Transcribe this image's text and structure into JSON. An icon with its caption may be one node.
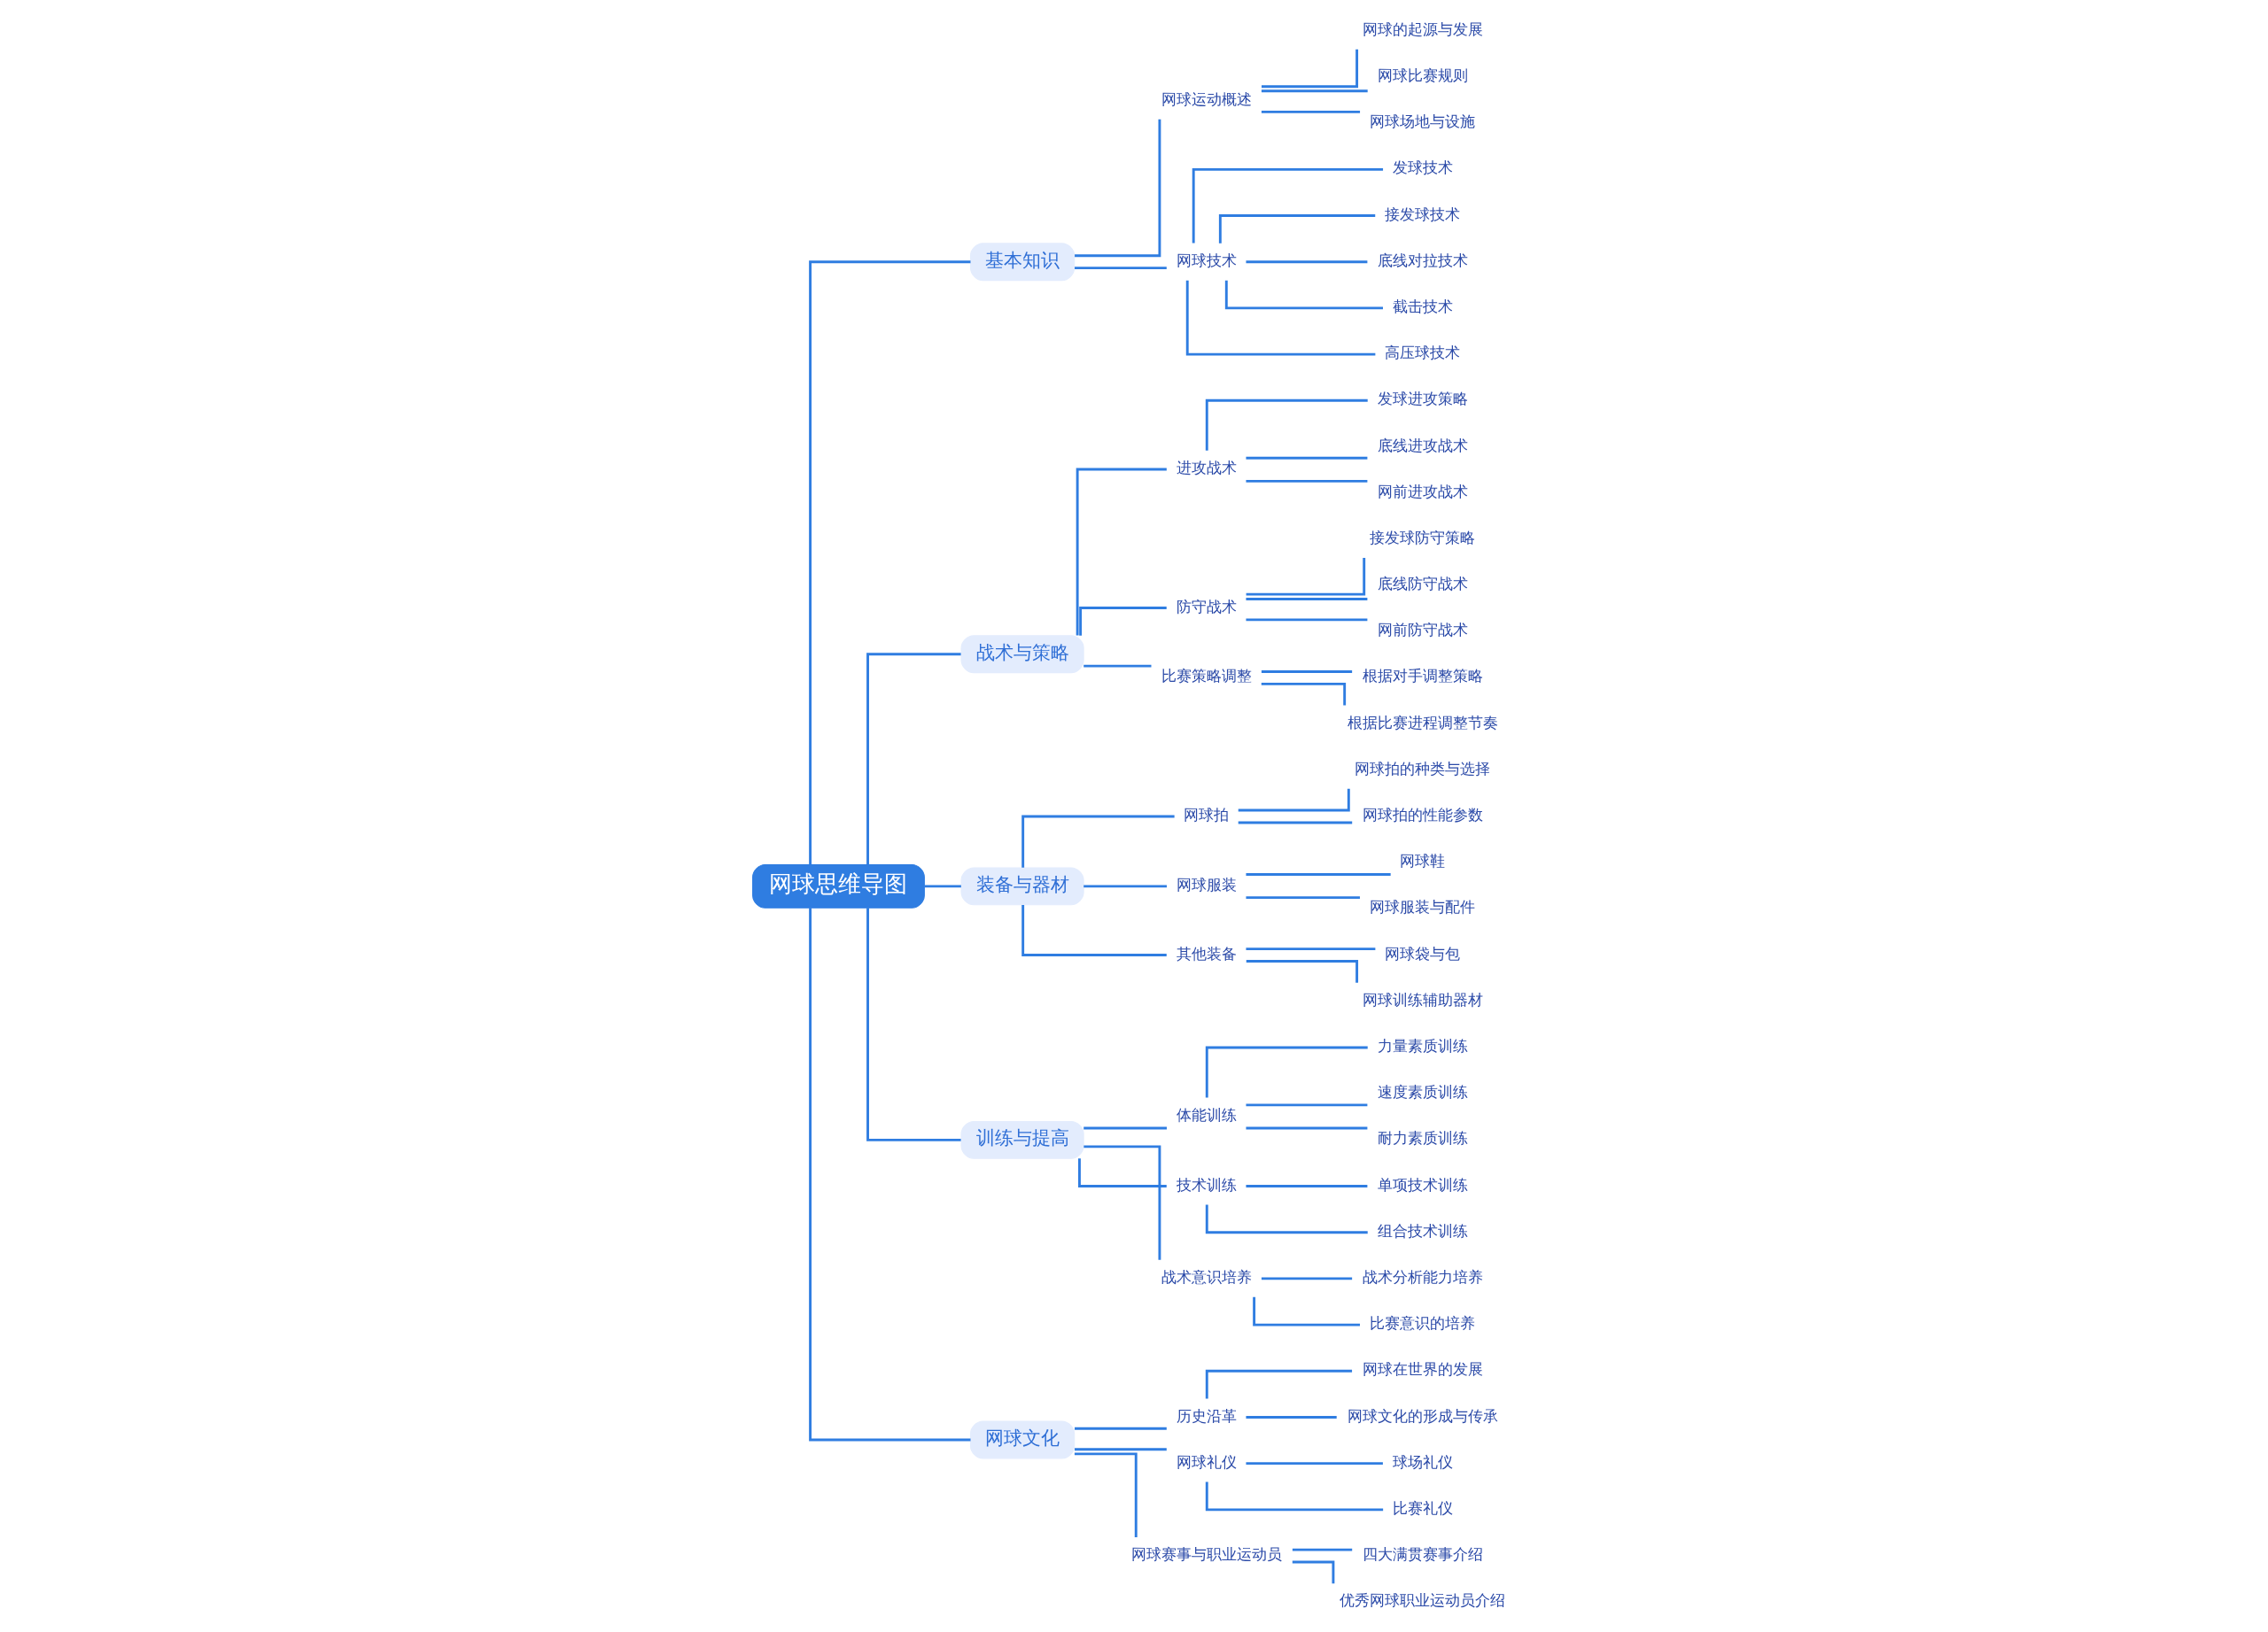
{
  "diagram": {
    "nodes": [
      {
        "text": [
          "网球思维导图"
        ]
      },
      {
        "text": [
          "基本知识"
        ]
      },
      {
        "text": [
          "网球运动概述"
        ]
      },
      {
        "text": [
          "网球的起源与发展"
        ]
      },
      {
        "text": [
          "网球比赛规则"
        ]
      },
      {
        "text": [
          "网球场地与设施"
        ]
      },
      {
        "text": [
          "网球技术"
        ]
      },
      {
        "text": [
          "发球技术"
        ]
      },
      {
        "text": [
          "接发球技术"
        ]
      },
      {
        "text": [
          "底线对拉技术"
        ]
      },
      {
        "text": [
          "截击技术"
        ]
      },
      {
        "text": [
          "高压球技术"
        ]
      },
      {
        "text": [
          "战术与策略"
        ]
      },
      {
        "text": [
          "进攻战术"
        ]
      },
      {
        "text": [
          "发球进攻策略"
        ]
      },
      {
        "text": [
          "底线进攻战术"
        ]
      },
      {
        "text": [
          "网前进攻战术"
        ]
      },
      {
        "text": [
          "防守战术"
        ]
      },
      {
        "text": [
          "接发球防守策略"
        ]
      },
      {
        "text": [
          "底线防守战术"
        ]
      },
      {
        "text": [
          "网前防守战术"
        ]
      },
      {
        "text": [
          "比赛策略调整"
        ]
      },
      {
        "text": [
          "根据对手调整策略"
        ]
      },
      {
        "text": [
          "根据比赛进程调整节奏"
        ]
      },
      {
        "text": [
          "装备与器材"
        ]
      },
      {
        "text": [
          "网球拍"
        ]
      },
      {
        "text": [
          "网球拍的种类与选择"
        ]
      },
      {
        "text": [
          "网球拍的性能参数"
        ]
      },
      {
        "text": [
          "网球服装"
        ]
      },
      {
        "text": [
          "网球鞋"
        ]
      },
      {
        "text": [
          "网球服装与配件"
        ]
      },
      {
        "text": [
          "其他装备"
        ]
      },
      {
        "text": [
          "网球袋与包"
        ]
      },
      {
        "text": [
          "网球训练辅助器材"
        ]
      },
      {
        "text": [
          "训练与提高"
        ]
      },
      {
        "text": [
          "体能训练"
        ]
      },
      {
        "text": [
          "力量素质训练"
        ]
      },
      {
        "text": [
          "速度素质训练"
        ]
      },
      {
        "text": [
          "耐力素质训练"
        ]
      },
      {
        "text": [
          "技术训练"
        ]
      },
      {
        "text": [
          "单项技术训练"
        ]
      },
      {
        "text": [
          "组合技术训练"
        ]
      },
      {
        "text": [
          "战术意识培养"
        ]
      },
      {
        "text": [
          "战术分析能力培养"
        ]
      },
      {
        "text": [
          "比赛意识的培养"
        ]
      },
      {
        "text": [
          "网球文化"
        ]
      },
      {
        "text": [
          "历史沿革"
        ]
      },
      {
        "text": [
          "网球在世界的发展"
        ]
      },
      {
        "text": [
          "网球文化的形成与传承"
        ]
      },
      {
        "text": [
          "网球礼仪"
        ]
      },
      {
        "text": [
          "球场礼仪"
        ]
      },
      {
        "text": [
          "比赛礼仪"
        ]
      },
      {
        "text": [
          "网球赛事与职业运动员"
        ]
      },
      {
        "text": [
          "四大满贯赛事介绍"
        ]
      },
      {
        "text": [
          "优秀网球职业运动员介绍"
        ]
      }
    ],
    "edges": [
      {
        "from": 0,
        "to": 1,
        "arrow": "none"
      },
      {
        "from": 1,
        "to": 2,
        "arrow": "none"
      },
      {
        "from": 2,
        "to": 3,
        "arrow": "none"
      },
      {
        "from": 2,
        "to": 4,
        "arrow": "none"
      },
      {
        "from": 2,
        "to": 5,
        "arrow": "none"
      },
      {
        "from": 1,
        "to": 6,
        "arrow": "none"
      },
      {
        "from": 6,
        "to": 7,
        "arrow": "none"
      },
      {
        "from": 6,
        "to": 8,
        "arrow": "none"
      },
      {
        "from": 6,
        "to": 9,
        "arrow": "none"
      },
      {
        "from": 6,
        "to": 10,
        "arrow": "none"
      },
      {
        "from": 6,
        "to": 11,
        "arrow": "none"
      },
      {
        "from": 0,
        "to": 12,
        "arrow": "none"
      },
      {
        "from": 12,
        "to": 13,
        "arrow": "none"
      },
      {
        "from": 13,
        "to": 14,
        "arrow": "none"
      },
      {
        "from": 13,
        "to": 15,
        "arrow": "none"
      },
      {
        "from": 13,
        "to": 16,
        "arrow": "none"
      },
      {
        "from": 12,
        "to": 17,
        "arrow": "none"
      },
      {
        "from": 17,
        "to": 18,
        "arrow": "none"
      },
      {
        "from": 17,
        "to": 19,
        "arrow": "none"
      },
      {
        "from": 17,
        "to": 20,
        "arrow": "none"
      },
      {
        "from": 12,
        "to": 21,
        "arrow": "none"
      },
      {
        "from": 21,
        "to": 22,
        "arrow": "none"
      },
      {
        "from": 21,
        "to": 23,
        "arrow": "none"
      },
      {
        "from": 0,
        "to": 24,
        "arrow": "none"
      },
      {
        "from": 24,
        "to": 25,
        "arrow": "none"
      },
      {
        "from": 25,
        "to": 26,
        "arrow": "none"
      },
      {
        "from": 25,
        "to": 27,
        "arrow": "none"
      },
      {
        "from": 24,
        "to": 28,
        "arrow": "none"
      },
      {
        "from": 28,
        "to": 29,
        "arrow": "none"
      },
      {
        "from": 28,
        "to": 30,
        "arrow": "none"
      },
      {
        "from": 24,
        "to": 31,
        "arrow": "none"
      },
      {
        "from": 31,
        "to": 32,
        "arrow": "none"
      },
      {
        "from": 31,
        "to": 33,
        "arrow": "none"
      },
      {
        "from": 0,
        "to": 34,
        "arrow": "none"
      },
      {
        "from": 34,
        "to": 35,
        "arrow": "none"
      },
      {
        "from": 35,
        "to": 36,
        "arrow": "none"
      },
      {
        "from": 35,
        "to": 37,
        "arrow": "none"
      },
      {
        "from": 35,
        "to": 38,
        "arrow": "none"
      },
      {
        "from": 34,
        "to": 39,
        "arrow": "none"
      },
      {
        "from": 39,
        "to": 40,
        "arrow": "none"
      },
      {
        "from": 39,
        "to": 41,
        "arrow": "none"
      },
      {
        "from": 34,
        "to": 42,
        "arrow": "none"
      },
      {
        "from": 42,
        "to": 43,
        "arrow": "none"
      },
      {
        "from": 42,
        "to": 44,
        "arrow": "none"
      },
      {
        "from": 0,
        "to": 45,
        "arrow": "none"
      },
      {
        "from": 45,
        "to": 46,
        "arrow": "none"
      },
      {
        "from": 46,
        "to": 47,
        "arrow": "none"
      },
      {
        "from": 46,
        "to": 48,
        "arrow": "none"
      },
      {
        "from": 45,
        "to": 49,
        "arrow": "none"
      },
      {
        "from": 49,
        "to": 50,
        "arrow": "none"
      },
      {
        "from": 49,
        "to": 51,
        "arrow": "none"
      },
      {
        "from": 45,
        "to": 52,
        "arrow": "none"
      },
      {
        "from": 52,
        "to": 53,
        "arrow": "none"
      },
      {
        "from": 52,
        "to": 54,
        "arrow": "none"
      }
    ]
  }
}
